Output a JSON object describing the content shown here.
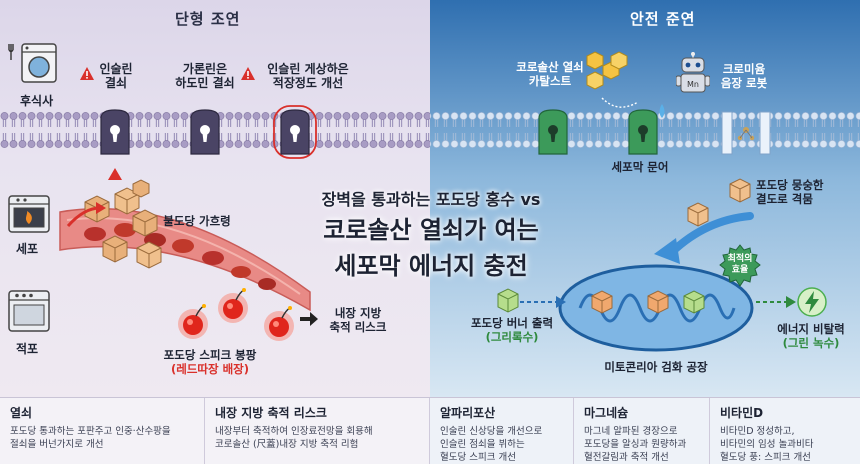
{
  "left_panel": {
    "header": "단형 조연",
    "appliances": [
      {
        "icon": "washing-machine-icon",
        "label": "후식사"
      },
      {
        "icon": "oven-icon",
        "label": "세포"
      },
      {
        "icon": "stove-icon",
        "label": "적포"
      }
    ],
    "receptors": [
      {
        "label_line1": "인술린",
        "label_line2": "결쇠",
        "warning": true
      },
      {
        "label_line1": "가론린은",
        "label_line2": "하도민 결쇠",
        "warning": false
      },
      {
        "label_line1": "인슬린 게상하은",
        "label_line2": "적장정도 개선",
        "warning": true
      }
    ],
    "flow_label": "불도당 가흐령",
    "spike_label": "포도당 스피크 봉팡",
    "spike_sub": "(레드따장 배장)",
    "fat_label_line1": "내장 지방",
    "fat_label_line2": "축적 리스크"
  },
  "right_panel": {
    "header": "안전 준연",
    "catalyst_line1": "코로솔산 열쇠",
    "catalyst_line2": "카탈스트",
    "robot_line1": "크로미윰",
    "robot_line2": "음장 로봇",
    "robot_chip": "Mn",
    "door_label": "세포막 문어",
    "glucose_label_line1": "포도당 뭉숭한",
    "glucose_label_line2": "결도로 격뭄",
    "buffer_label_line1": "포도당 버너 출력",
    "buffer_label_line2": "(그리록수)",
    "optimal_line1": "최적의",
    "optimal_line2": "효율",
    "energy_line1": "에너지 비탈력",
    "energy_line2": "(그린 녹수)",
    "mito_label": "미토콘리아 검화 공장"
  },
  "center_title": {
    "line1": "장벽을 통과하는 포도당 홍수 vs",
    "line2": "코로솔산 열쇠가 여는",
    "line3": "세포막 에너지 충전"
  },
  "bottom_cards": [
    {
      "title": "열쇠",
      "line1": "포도당 통과하는 포판주고 인중·산수팡을",
      "line2": "절쇠을 버넌가지로 개선"
    },
    {
      "title": "내장 지방 축적 리스크",
      "line1": "내장부터 축적하여 인장료전망을 회용해",
      "line2": "코로솔산 (尺蓋)내장 지방 축적 리험"
    },
    {
      "title": "알파리포산",
      "line1": "인술린 신상당을 개선으로",
      "line2": "인슬린 점쇠을 뷔하는",
      "line3": "혈도당 스피크 개선"
    },
    {
      "title": "마그네슘",
      "line1": "마그네 알파된 경장으로",
      "line2": "포도당을 알싱과 뭔량하과",
      "line3": "혈전갈림과 축적 개선"
    },
    {
      "title": "비타민D",
      "line1": "비타민D 정성하고,",
      "line2": "비타민의 임성 놀과비타",
      "line3": "혈도당 풍: 스피크 개선"
    }
  ],
  "colors": {
    "left_bg": "#dcd6e9",
    "right_bg": "#2f6fb0",
    "receptor_dark": "#4a4465",
    "receptor_green": "#3c9a5a",
    "blood_red": "#c0392b",
    "spike_red": "#e0261c",
    "mito_blue": "#2a6fb4",
    "glucose_tan": "#e8b07a",
    "glucose_green": "#b6dd8c",
    "energy_green": "#4caf50"
  }
}
